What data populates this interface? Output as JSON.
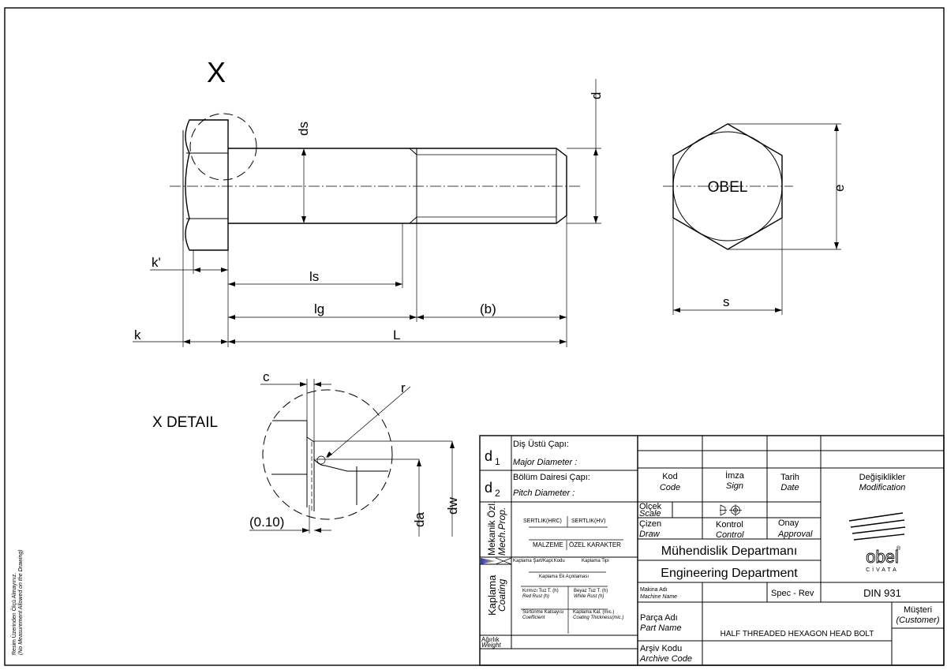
{
  "drawing": {
    "view_label": "X",
    "detail_label": "X DETAIL",
    "head_mark": "OBEL",
    "dims": {
      "ds": "ds",
      "d": "d",
      "k_prime": "k'",
      "ls": "ls",
      "lg": "lg",
      "b": "(b)",
      "k": "k",
      "L": "L",
      "e": "e",
      "s": "s",
      "c": "c",
      "r": "r",
      "gap": "(0.10)",
      "da": "da",
      "dw": "dw"
    },
    "side_note": {
      "tr": "Resim Üzerinden Ölçü Almayınız.",
      "en": "(No Measurement Allowed on the Drawing)"
    }
  },
  "title_block": {
    "d1": {
      "sym": "d",
      "sub": "1",
      "tr": "Diş Üstü Çapı:",
      "en": "Major Diameter :"
    },
    "d2": {
      "sym": "d",
      "sub": "2",
      "tr": "Bölüm Dairesi Çapı:",
      "en": "Pitch Diameter :"
    },
    "mech": {
      "tr": "Mekanik Özl.",
      "en": "Mech.Prop.",
      "hrc": "SERTLIK(HRC)",
      "hv": "SERTLIK(HV)",
      "material": "MALZEME",
      "special": "ÖZEL KARAKTER"
    },
    "coating": {
      "tr": "Kaplama",
      "en": "Coating",
      "code": "Kaplama Şart/Kapl.Kodu",
      "type": "Kaplama Tipi",
      "extra": "Kaplama Ek Açıklaması",
      "red_tr": "Kırmızı Tuz T. (h)",
      "red_en": "Red Rust (h)",
      "white_tr": "Beyaz Tuz T. (h)",
      "white_en": "White Rust (h)",
      "fric_tr": "Sürtünme Katsayısı",
      "fric_en": "Coefficient",
      "thick_tr": "Kaplama Kal. (mic.)",
      "thick_en": "Coating Thickness(mic.)"
    },
    "weight": {
      "tr": "Ağırlık",
      "en": "Weight"
    },
    "code": {
      "tr": "Kod",
      "en": "Code"
    },
    "sign": {
      "tr": "İmza",
      "en": "Sign"
    },
    "date": {
      "tr": "Tarih",
      "en": "Date"
    },
    "modification": {
      "tr": "Değişiklikler",
      "en": "Modification"
    },
    "scale": {
      "tr": "Ölçek",
      "en": "Scale"
    },
    "draw": {
      "tr": "Çizen",
      "en": "Draw"
    },
    "control": {
      "tr": "Kontrol",
      "en": "Control"
    },
    "approval": {
      "tr": "Onay",
      "en": "Approval"
    },
    "dept_tr": "Mühendislik Departmanı",
    "dept_en": "Engineering Department",
    "machine": {
      "tr": "Makina Adı",
      "en": "Machine Name"
    },
    "spec_rev": "Spec - Rev",
    "standard": "DIN 931",
    "part": {
      "tr": "Parça Adı",
      "en": "Part Name",
      "value": "HALF THREADED HEXAGON HEAD BOLT"
    },
    "customer": {
      "tr": "Müşteri",
      "en": "(Customer)"
    },
    "archive": {
      "tr": "Arşiv Kodu",
      "en": "Archive Code"
    },
    "logo": {
      "name": "obel",
      "reg": "®",
      "sub": "CİVATA"
    }
  }
}
